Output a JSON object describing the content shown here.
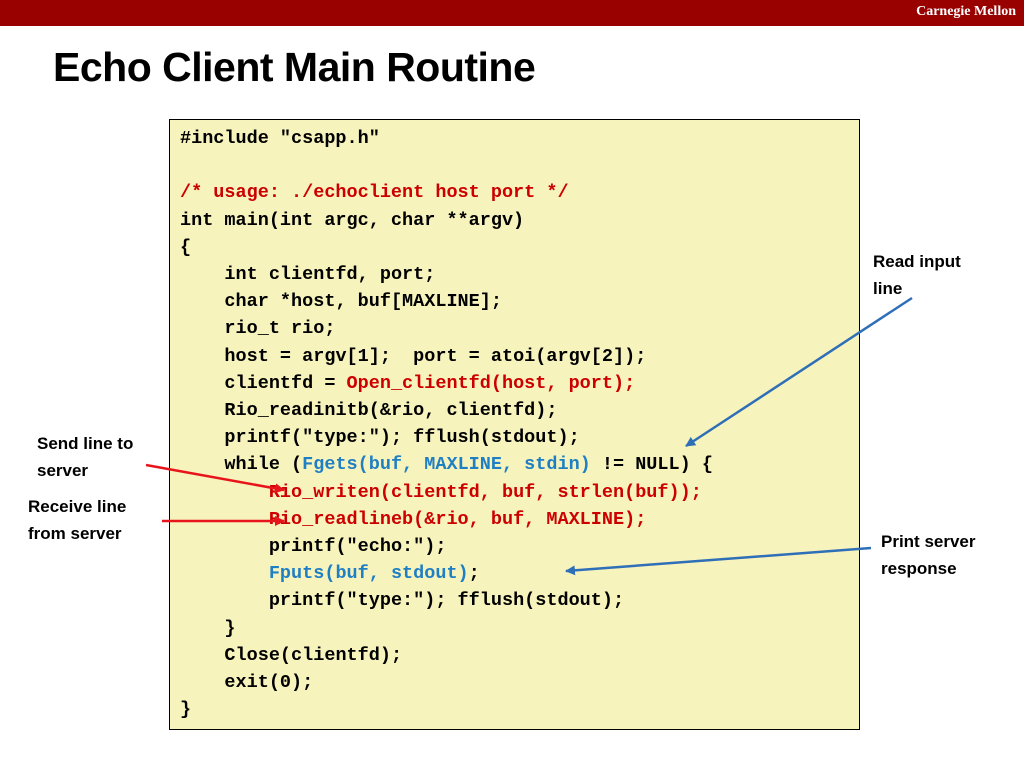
{
  "header": {
    "brand": "Carnegie Mellon"
  },
  "slide": {
    "title": "Echo Client Main Routine"
  },
  "code_lines": [
    {
      "indent": "",
      "segments": [
        {
          "text": "#include \"csapp.h\"",
          "color": "black"
        }
      ]
    },
    {
      "indent": "",
      "segments": []
    },
    {
      "indent": "",
      "segments": [
        {
          "text": "/* usage: ./echoclient host port */",
          "color": "red"
        }
      ]
    },
    {
      "indent": "",
      "segments": [
        {
          "text": "int main(int argc, char **argv)",
          "color": "black"
        }
      ]
    },
    {
      "indent": "",
      "segments": [
        {
          "text": "{",
          "color": "black"
        }
      ]
    },
    {
      "indent": "    ",
      "segments": [
        {
          "text": "int clientfd, port;",
          "color": "black"
        }
      ]
    },
    {
      "indent": "    ",
      "segments": [
        {
          "text": "char *host, buf[MAXLINE];",
          "color": "black"
        }
      ]
    },
    {
      "indent": "    ",
      "segments": [
        {
          "text": "rio_t rio;",
          "color": "black"
        }
      ]
    },
    {
      "indent": "    ",
      "segments": [
        {
          "text": "host = argv[1];  port = atoi(argv[2]);",
          "color": "black"
        }
      ]
    },
    {
      "indent": "    ",
      "segments": [
        {
          "text": "clientfd = ",
          "color": "black"
        },
        {
          "text": "Open_clientfd(host, port);",
          "color": "red"
        }
      ]
    },
    {
      "indent": "    ",
      "segments": [
        {
          "text": "Rio_readinitb(&rio, clientfd);",
          "color": "black"
        }
      ]
    },
    {
      "indent": "    ",
      "segments": [
        {
          "text": "printf(\"type:\"); fflush(stdout);",
          "color": "black"
        }
      ]
    },
    {
      "indent": "    ",
      "segments": [
        {
          "text": "while (",
          "color": "black"
        },
        {
          "text": "Fgets(buf, MAXLINE, stdin)",
          "color": "blue"
        },
        {
          "text": " != NULL) {",
          "color": "black"
        }
      ]
    },
    {
      "indent": "        ",
      "segments": [
        {
          "text": "Rio_writen(clientfd, buf, strlen(buf));",
          "color": "red"
        }
      ]
    },
    {
      "indent": "        ",
      "segments": [
        {
          "text": "Rio_readlineb(&rio, buf, MAXLINE);",
          "color": "red"
        }
      ]
    },
    {
      "indent": "        ",
      "segments": [
        {
          "text": "printf(\"echo:\");",
          "color": "black"
        }
      ]
    },
    {
      "indent": "        ",
      "segments": [
        {
          "text": "Fputs(buf, stdout)",
          "color": "blue"
        },
        {
          "text": ";",
          "color": "black"
        }
      ]
    },
    {
      "indent": "        ",
      "segments": [
        {
          "text": "printf(\"type:\"); fflush(stdout);",
          "color": "black"
        }
      ]
    },
    {
      "indent": "    ",
      "segments": [
        {
          "text": "}",
          "color": "black"
        }
      ]
    },
    {
      "indent": "    ",
      "segments": [
        {
          "text": "Close(clientfd);",
          "color": "black"
        }
      ]
    },
    {
      "indent": "    ",
      "segments": [
        {
          "text": "exit(0);",
          "color": "black"
        }
      ]
    },
    {
      "indent": "",
      "segments": [
        {
          "text": "}",
          "color": "black"
        }
      ]
    }
  ],
  "annotations": {
    "read_input": [
      "Read input",
      "line"
    ],
    "send_line": [
      "Send line to",
      "server"
    ],
    "receive_line": [
      "Receive line",
      "from server"
    ],
    "print_response": [
      "Print server",
      "response"
    ]
  },
  "colors": {
    "brand_bar": "#990000",
    "code_background": "#f7f3bd",
    "code_red": "#cc0000",
    "code_blue": "#1f7fc4",
    "arrow_red": "#e8141c",
    "arrow_blue": "#2f6fb8"
  }
}
